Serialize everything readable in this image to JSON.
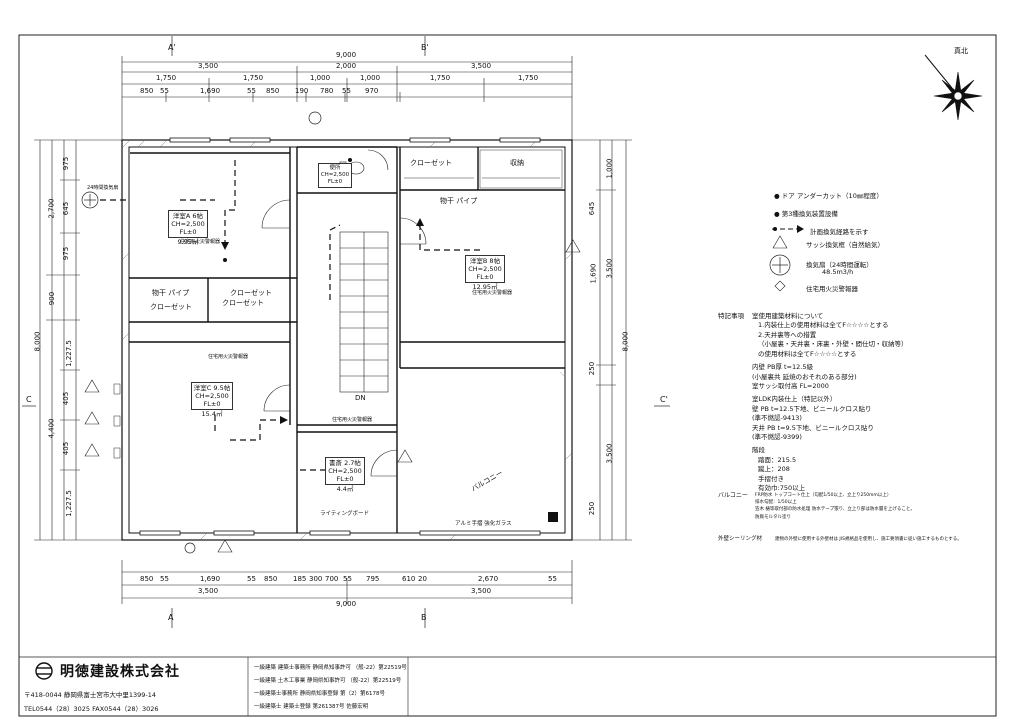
{
  "dims": {
    "top_total": "9,000",
    "top_row2": [
      "3,500",
      "2,000",
      "3,500"
    ],
    "top_row3": [
      "1,750",
      "1,750",
      "1,000",
      "1,000",
      "1,750",
      "1,750"
    ],
    "top_row4": [
      "850",
      "55",
      "1,690",
      "55",
      "850",
      "190",
      "780",
      "55",
      "970"
    ],
    "bottom_row1": [
      "850",
      "55",
      "1,690",
      "55",
      "850",
      "185",
      "300",
      "700",
      "55",
      "795",
      "610",
      "20",
      "2,670",
      "55"
    ],
    "bottom_row2": [
      "3,500",
      "3,500"
    ],
    "bottom_total": "9,000",
    "left_outer": "8,000",
    "left_inner": [
      "2,700",
      "900",
      "4,400"
    ],
    "left_detail": [
      "975",
      "645",
      "975",
      "1,227.5",
      "405",
      "405",
      "1,227.5"
    ],
    "right_outer": "8,000",
    "right_inner": [
      "1,000",
      "3,500",
      "3,500"
    ],
    "right_detail": [
      "645",
      "1,690",
      "250",
      "250"
    ]
  },
  "sections": {
    "A": "A",
    "A2": "A'",
    "B": "B",
    "B2": "B'",
    "C": "C",
    "C2": "C'"
  },
  "rooms": [
    {
      "id": "bedA",
      "name": "洋室A 6帖",
      "ch": "CH=2,500",
      "fl": "FL±0",
      "area": "9.95㎡"
    },
    {
      "id": "bedB",
      "name": "洋室B 8帖",
      "ch": "CH=2,500",
      "fl": "FL±0",
      "area": "12.95㎡"
    },
    {
      "id": "bedC",
      "name": "洋室C 9.5帖",
      "ch": "CH=2,500",
      "fl": "FL±0",
      "area": "15.4㎡"
    },
    {
      "id": "study",
      "name": "書斎 2.7帖",
      "ch": "CH=2,500",
      "fl": "FL±0",
      "area": "4.4㎡"
    },
    {
      "id": "toilet",
      "name": "便所",
      "ch": "CH=2,500",
      "fl": "FL±0",
      "area": ""
    }
  ],
  "labels": {
    "closet1": "クローゼット",
    "closet2": "クローゼット",
    "closet3": "クローゼット",
    "closet4": "クローゼット",
    "storage": "収納",
    "pipe1": "物干 パイプ",
    "pipe2": "物干 パイプ",
    "balcony": "バルコニー",
    "writing_board": "ライティングボード",
    "handrail": "アルミ手摺 強化ガラス",
    "alarm": "住宅用火災警報器",
    "north": "真北",
    "updown": "DN",
    "exhaust": "24時間換気扇"
  },
  "legend": {
    "door": "ドア アンダーカット（10㎜程度）",
    "class3": "第3種換気装置設備",
    "flow": "計画換気経路を示す",
    "sash": "サッシ換気框（自然給気）",
    "fan_label": "換気扇（24時間運転）",
    "fan_spec": "48.5m3/h",
    "alarm": "住宅用火災警報器"
  },
  "notes": {
    "title": "特記事項",
    "lines": [
      "室使用建築材料について",
      "1.内装仕上の使用材料は全てF☆☆☆☆とする",
      "2.天井裏等への措置",
      "（小屋裏・天井裏・床裏・外壁・間仕切・収納等）",
      "の使用材料は全てF☆☆☆☆とする",
      "",
      "内壁  PB厚  t=12.5級",
      "(小屋裏共  延焼のおそれのある部分)",
      "室サッシ取付高  FL=2000",
      "",
      "室LDK内装仕上（特記以外）",
      "壁   PB  t=12.5下地、ビニールクロス貼り",
      "     (準不燃認-9413)",
      "天井  PB  t=9.5下地、ビニールクロス貼り",
      "     (準不燃認-9399)",
      "",
      "階段",
      "踏面：215.5",
      "蹴上：208",
      "手摺付き",
      "有効巾:750以上"
    ],
    "balcony_label": "バルコニー",
    "balcony_lines": [
      "FRP防水 トップコート仕上（勾配1/50以上、立上り250mm以上）",
      "排水勾配：1/50以上",
      "笠木 樋等取付部の防水処理 防水テープ張り、立上り部は防水層を上げること。",
      "防腐モルタル塗り"
    ],
    "exterior_label": "外壁シーリング材",
    "exterior_line": "建物の外壁に使用する外壁材は JIS規格品を使用し、施工要領書に従い施工するものとする。"
  },
  "footer": {
    "company": "明徳建設株式会社",
    "address": "〒418-0044 静岡県富士宮市大中里1399-14",
    "tel": "TEL0544（28）3025  FAX0544（28）3026",
    "licenses": [
      "一級建築   建築士事務所  静岡県知事許可   （般-22）第22519号",
      "一級建築   土木工事業    静岡県知事許可   （般-22）第22519号",
      "一級建築士事務所    静岡県知事登録 第（2）第6178号",
      "一級建築士   建築士登録    第261387号   佐藤宏明"
    ]
  }
}
